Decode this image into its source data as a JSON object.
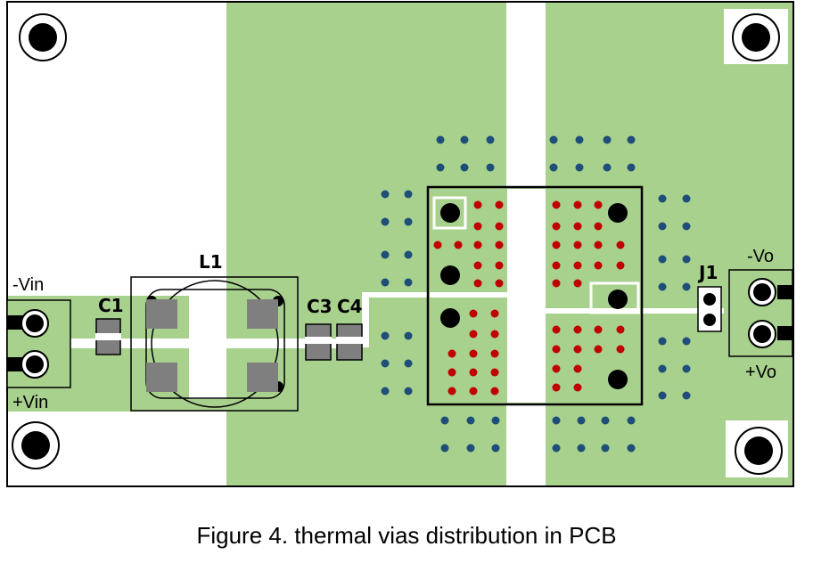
{
  "labels": {
    "l1": "L1",
    "c1": "C1",
    "c3": "C3",
    "c4": "C4",
    "j1": "J1",
    "neg_vin": "-Vin",
    "pos_vin": "+Vin",
    "neg_vo": "-Vo",
    "pos_vo": "+Vo"
  },
  "caption": "Figure 4. thermal vias distribution in PCB",
  "colors": {
    "copper": "#a9d18e",
    "thermal_via": "#c00000",
    "via": "#1f4e79",
    "pad": "#7f7f7f",
    "outline": "#000000"
  }
}
